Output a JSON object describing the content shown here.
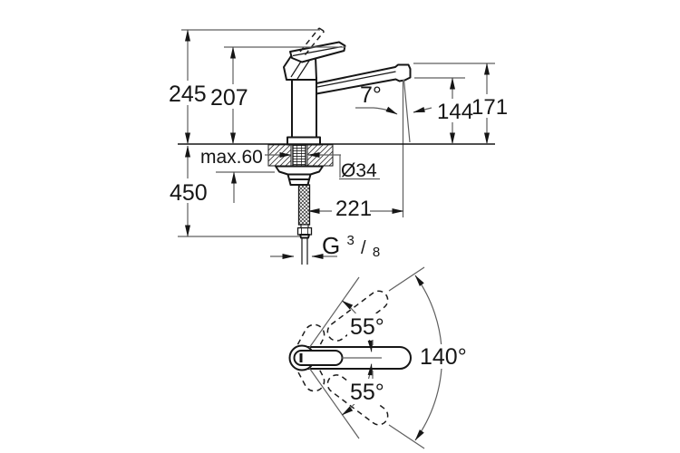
{
  "drawing": {
    "title": "faucet-dimensional-drawing",
    "colors": {
      "line": "#161616",
      "dimension": "#5f5f5f",
      "background": "#ffffff"
    },
    "side_view": {
      "overall_height": "245",
      "body_height": "207",
      "deck_thickness": "max.60",
      "hose_length": "450",
      "spout_angle": "7°",
      "outlet_height": "144",
      "spout_top_height": "171",
      "hole_diameter": "Ø34",
      "spout_reach": "221",
      "thread": {
        "prefix": "G",
        "numerator": "3",
        "slash": "/",
        "denominator": "8"
      }
    },
    "top_view": {
      "swivel_upper": "55°",
      "swivel_lower": "55°",
      "swivel_total": "140°"
    }
  }
}
